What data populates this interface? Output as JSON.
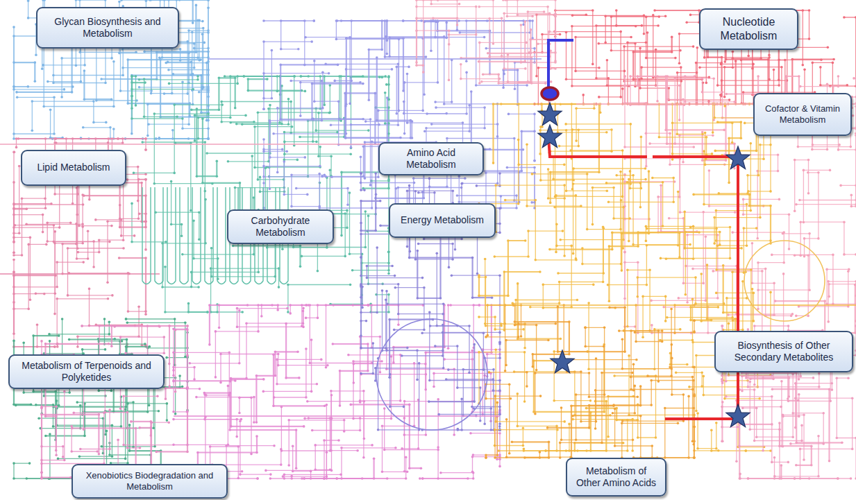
{
  "diagram": {
    "nodes": [
      {
        "text": [
          "Glycan Biosynthesis and Metabolism"
        ]
      },
      {
        "text": [
          "Nucleotide Metabolism"
        ]
      },
      {
        "text": [
          "Cofactor & Vitamin Metabolism"
        ]
      },
      {
        "text": [
          "Lipid Metabolism"
        ]
      },
      {
        "text": [
          "Amino Acid Metabolism"
        ]
      },
      {
        "text": [
          "Energy Metabolism"
        ]
      },
      {
        "text": [
          "Carbohydrate Metabolism"
        ]
      },
      {
        "text": [
          "Biosynthesis of Other Secondary Metabolites"
        ]
      },
      {
        "text": [
          "Metabolism of Terpenoids and Polyketides"
        ]
      },
      {
        "text": [
          "Metabolism of Other Amino Acids"
        ]
      },
      {
        "text": [
          "Xenobiotics Biodegradation and Metabolism"
        ]
      }
    ]
  }
}
